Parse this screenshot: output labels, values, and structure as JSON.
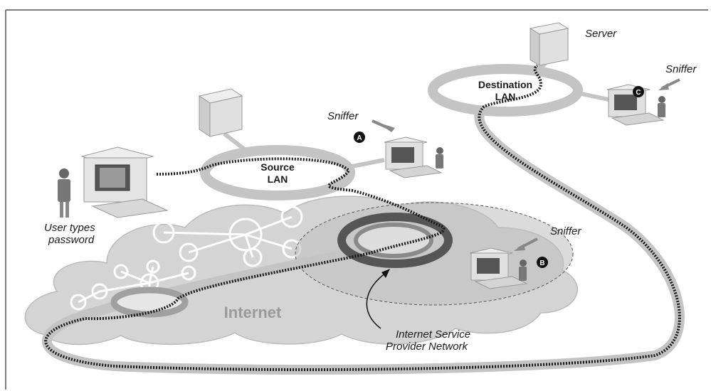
{
  "labels": {
    "server": "Server",
    "sniffer_a": "Sniffer",
    "sniffer_b": "Sniffer",
    "sniffer_c": "Sniffer",
    "destination_lan_line1": "Destination",
    "destination_lan_line2": "LAN",
    "source_lan_line1": "Source",
    "source_lan_line2": "LAN",
    "user_line1": "User types",
    "user_line2": "password",
    "internet": "Internet",
    "isp_line1": "Internet Service",
    "isp_line2": "Provider Network"
  },
  "badges": {
    "a": "A",
    "b": "B",
    "c": "C"
  }
}
